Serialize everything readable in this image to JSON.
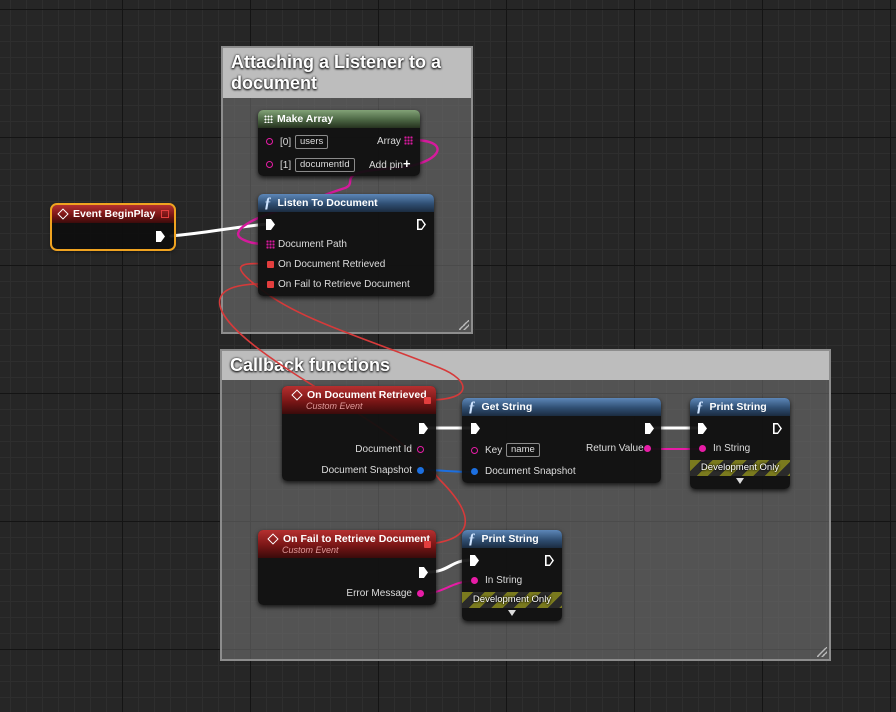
{
  "comments": {
    "listener": {
      "title": "Attaching a Listener to a document"
    },
    "callbacks": {
      "title": "Callback functions"
    }
  },
  "nodes": {
    "make_array": {
      "title": "Make Array",
      "pins": [
        {
          "index": "[0]",
          "value": "users"
        },
        {
          "index": "[1]",
          "value": "documentId"
        }
      ],
      "output": "Array",
      "add_pin": "Add pin"
    },
    "event_beginplay": {
      "title": "Event BeginPlay"
    },
    "listen_to_document": {
      "title": "Listen To Document",
      "document_path": "Document Path",
      "on_retrieved": "On Document Retrieved",
      "on_fail": "On Fail to Retrieve Document"
    },
    "on_document_retrieved": {
      "title": "On Document Retrieved",
      "subtitle": "Custom Event",
      "document_id": "Document Id",
      "document_snapshot": "Document Snapshot"
    },
    "get_string": {
      "title": "Get String",
      "key_label": "Key",
      "key_value": "name",
      "snapshot": "Document Snapshot",
      "return_value": "Return Value"
    },
    "print_string_top": {
      "title": "Print String",
      "in_string": "In String",
      "dev_only": "Development Only"
    },
    "on_fail_retrieve": {
      "title": "On Fail to Retrieve Document",
      "subtitle": "Custom Event",
      "error_message": "Error Message"
    },
    "print_string_bottom": {
      "title": "Print String",
      "in_string": "In String",
      "dev_only": "Development Only"
    }
  },
  "colors": {
    "exec": "#ffffff",
    "string": "#e71ca6",
    "object": "#1c6fe0",
    "delegate": "#e33e3e",
    "function_header": "#2f4e72",
    "event_header": "#7a1616",
    "selected_outline": "#f0a320"
  }
}
